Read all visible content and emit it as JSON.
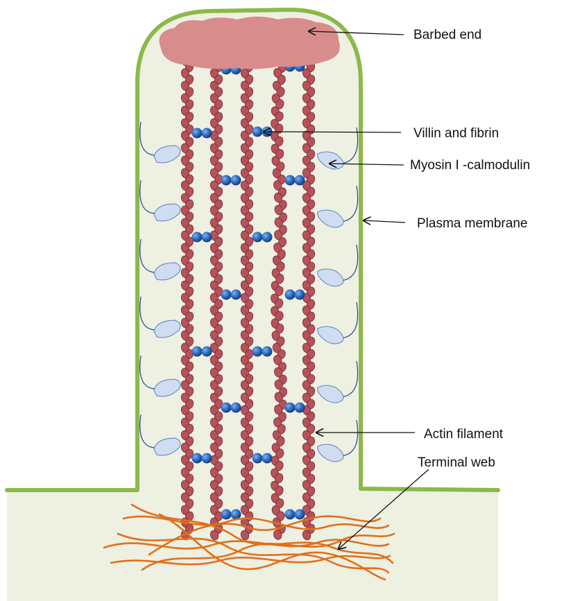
{
  "labels": {
    "barbed_end": "Barbed end",
    "villin_fibrin": "Villin and fibrin",
    "myosin_calmodulin": "Myosin I -calmodulin",
    "plasma_membrane": "Plasma membrane",
    "actin_filament": "Actin filament",
    "terminal_web": "Terminal web"
  },
  "colors": {
    "membrane": "#8db84a",
    "cytoplasm": "#eef0e2",
    "cap": "#d98c8c",
    "actin": "#b5525a",
    "crosslinker": "#2f6fc4",
    "myosin_head": "#cfdcf2",
    "myosin_tail": "#2a4f93",
    "terminal_web": "#e0701a",
    "arrow": "#111111"
  }
}
